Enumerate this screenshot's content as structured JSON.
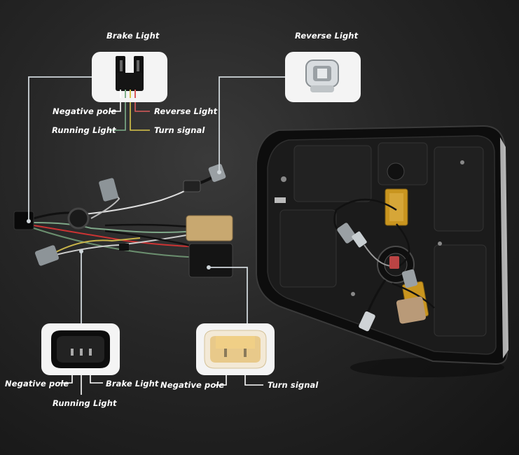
{
  "colors": {
    "callout_line": "#cfd6da",
    "background": "#262626",
    "label_text": "#ffffff",
    "yellow_connector": "#c8a870",
    "amber_resistor": "#c9951f"
  },
  "callouts": {
    "brake_connector": {
      "title": "Brake Light",
      "pins": [
        "Negative pole",
        "Running Light",
        "Reverse Light",
        "Turn signal"
      ]
    },
    "reverse_connector": {
      "title": "Reverse Light"
    },
    "black_plug": {
      "pins": [
        "Negative pole",
        "Running Light",
        "Brake Light"
      ]
    },
    "yellow_plug": {
      "pins": [
        "Negative pole",
        "Turn signal"
      ]
    }
  }
}
